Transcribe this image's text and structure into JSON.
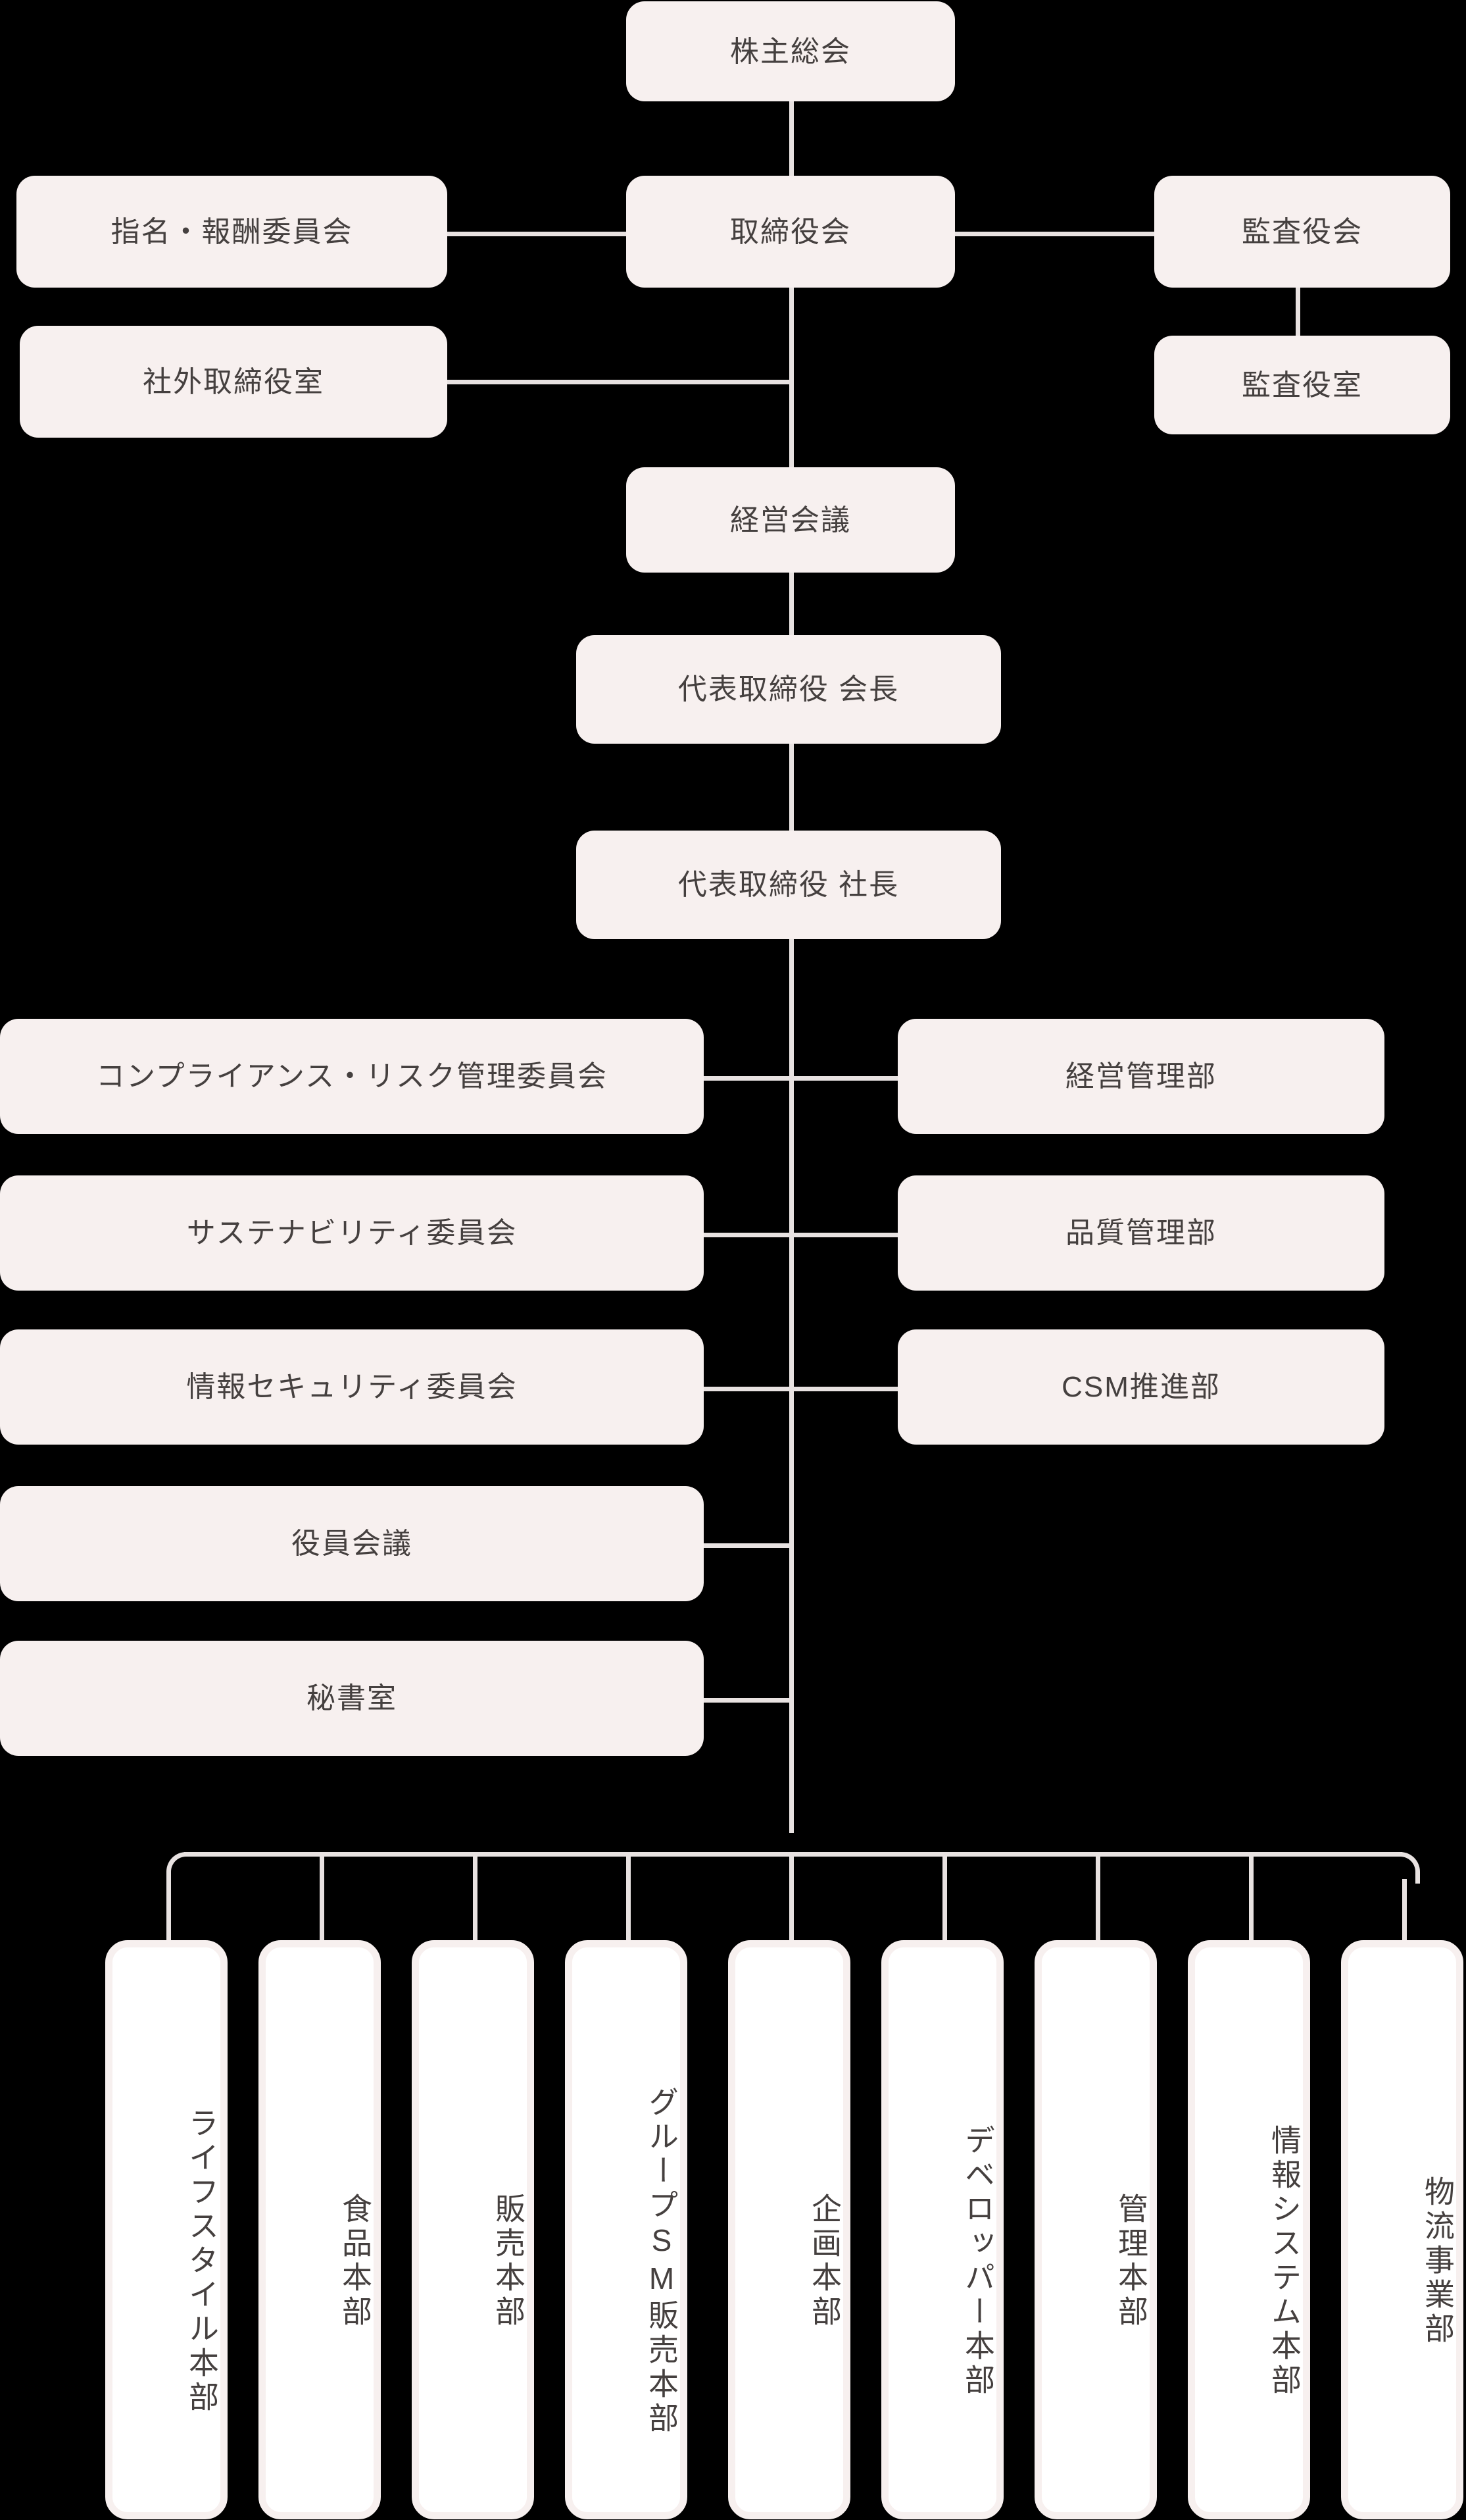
{
  "diagram": {
    "title": "organization-chart",
    "colors": {
      "background": "#000000",
      "node_fill": "#f7f0ef",
      "node_fill_division": "#ffffff",
      "node_text": "#45403f",
      "connector": "#e8e2e1"
    }
  },
  "nodes": {
    "shareholders_meeting": "株主総会",
    "board_of_directors": "取締役会",
    "nomination_compensation_committee": "指名・報酬委員会",
    "outside_directors_office": "社外取締役室",
    "board_of_auditors": "監査役会",
    "auditors_office": "監査役室",
    "management_meeting": "経営会議",
    "representative_director_chairman": "代表取締役 会長",
    "representative_director_president": "代表取締役 社長"
  },
  "committees": [
    {
      "label": "コンプライアンス・リスク管理委員会"
    },
    {
      "label": "サステナビリティ委員会"
    },
    {
      "label": "情報セキュリティ委員会"
    },
    {
      "label": "役員会議"
    },
    {
      "label": "秘書室"
    }
  ],
  "corporate_departments": [
    {
      "label": "経営管理部"
    },
    {
      "label": "品質管理部"
    },
    {
      "label": "CSM推進部"
    }
  ],
  "divisions": [
    {
      "label": "ライフスタイル本部"
    },
    {
      "label": "食品本部"
    },
    {
      "label": "販売本部"
    },
    {
      "label": "グループSM販売本部"
    },
    {
      "label": "企画本部"
    },
    {
      "label": "デベロッパー本部"
    },
    {
      "label": "管理本部"
    },
    {
      "label": "情報システム本部"
    },
    {
      "label": "物流事業部"
    }
  ]
}
